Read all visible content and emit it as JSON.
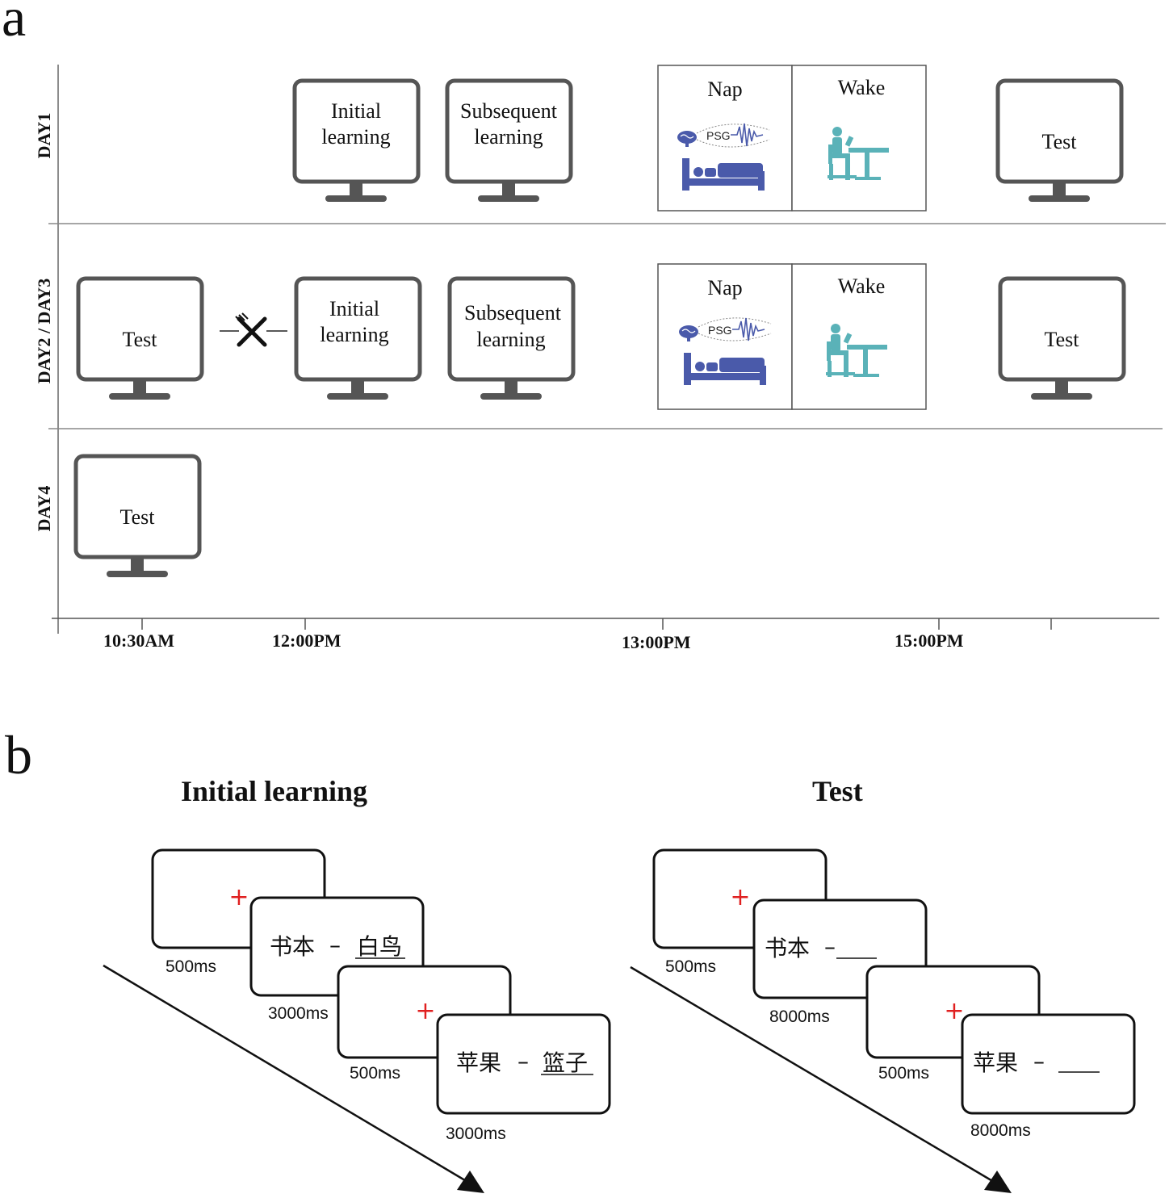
{
  "panel_a": {
    "letter": "a",
    "rows": [
      {
        "label": "DAY1"
      },
      {
        "label": "DAY2 / DAY3"
      },
      {
        "label": "DAY4"
      }
    ],
    "monitors": {
      "initial_line1": "Initial",
      "initial_line2": "learning",
      "subsequent_line1": "Subsequent",
      "subsequent_line2": "learning",
      "test": "Test"
    },
    "nap_title": "Nap",
    "wake_title": "Wake",
    "psg": "PSG",
    "colors": {
      "nap": "#4a5aaa",
      "wake": "#5ab2b8",
      "monitor": "#555555"
    },
    "icons": [
      "brain-icon",
      "eeg-wave-icon",
      "bed-icon",
      "desk-reading-icon",
      "fork-knife-icon"
    ],
    "times": [
      "10:30AM",
      "12:00PM",
      "13:00PM",
      "15:00PM"
    ]
  },
  "panel_b": {
    "letter": "b",
    "initial": {
      "title": "Initial learning",
      "pair1_cue": "书本",
      "pair1_dash": "–",
      "pair1_target": "白鸟",
      "pair2_cue": "苹果",
      "pair2_dash": "–",
      "pair2_target": "篮子",
      "durations": [
        "500ms",
        "3000ms",
        "500ms",
        "3000ms"
      ]
    },
    "test": {
      "title": "Test",
      "pair1_cue": "书本",
      "pair1_dash": "–",
      "pair2_cue": "苹果",
      "pair2_dash": "–",
      "durations": [
        "500ms",
        "8000ms",
        "500ms",
        "8000ms"
      ]
    },
    "fixation": "+",
    "colors": {
      "fixation": "#e02020"
    }
  }
}
